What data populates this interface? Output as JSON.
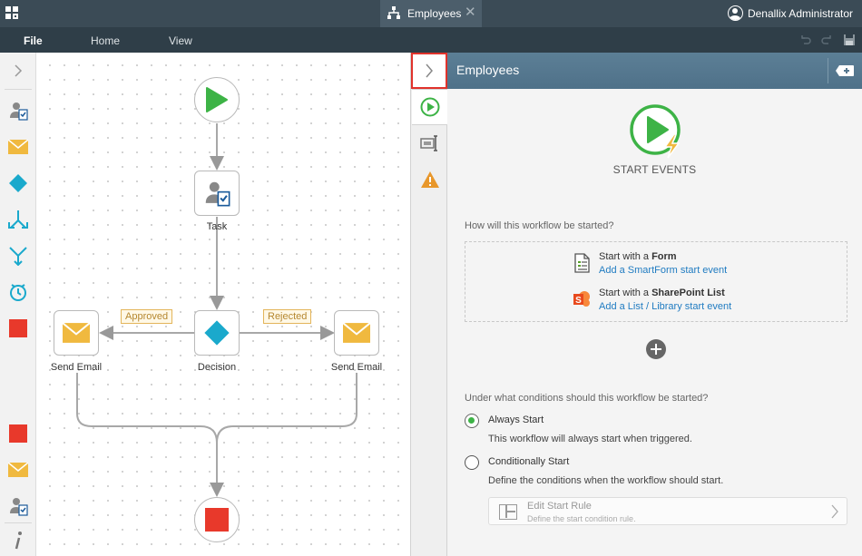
{
  "topbar": {
    "tab_label": "Employees",
    "tab_close": "✕",
    "user_name": "Denallix Administrator"
  },
  "menubar": {
    "file": "File",
    "home": "Home",
    "view": "View"
  },
  "toolbox": {
    "items": [
      "task-icon",
      "email-icon",
      "decision-icon",
      "split-icon",
      "merge-icon",
      "timer-icon",
      "end-icon",
      "end-icon",
      "email-icon",
      "task-icon",
      "info-icon"
    ]
  },
  "canvas": {
    "nodes": {
      "task": "Task",
      "decision": "Decision",
      "send_email_left": "Send Email",
      "send_email_right": "Send Email"
    },
    "line_labels": {
      "approved": "Approved",
      "rejected": "Rejected"
    }
  },
  "panel": {
    "title": "Employees",
    "hero_title": "START EVENTS",
    "question_started": "How will this workflow be started?",
    "option_form": {
      "prefix": "Start with a ",
      "bold": "Form",
      "link": "Add a SmartForm start event"
    },
    "option_sharepoint": {
      "prefix": "Start with a ",
      "bold": "SharePoint List",
      "link": "Add a List / Library start event"
    },
    "question_conditions": "Under what conditions should this workflow be started?",
    "always_start": {
      "label": "Always Start",
      "desc": "This workflow will always start when triggered.",
      "checked": true
    },
    "conditionally_start": {
      "label": "Conditionally Start",
      "desc": "Define the conditions when the workflow should start.",
      "checked": false
    },
    "rule_card": {
      "title": "Edit Start Rule",
      "subtitle": "Define the start condition rule."
    }
  },
  "colors": {
    "topbar": "#3b4b56",
    "menubar": "#2f3e48",
    "panel_header": "#56788f",
    "start_green": "#3db346",
    "decision_teal": "#1aa9cc",
    "email_yellow": "#f0b93f",
    "end_red": "#e8392b",
    "highlight_red": "#e0322b",
    "link_blue": "#1f7bc1"
  }
}
